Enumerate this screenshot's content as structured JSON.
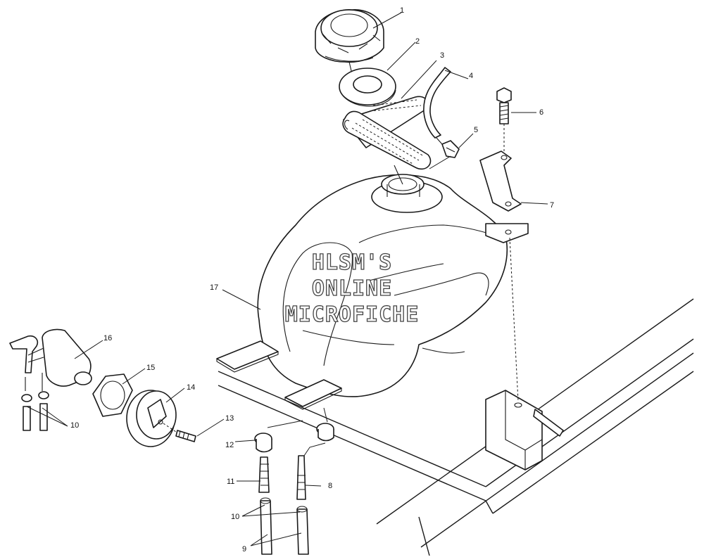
{
  "watermark": {
    "line1": "HLSM'S",
    "line2": "ONLINE",
    "line3": "MICROFICHE"
  },
  "callouts": [
    "1",
    "2",
    "3",
    "4",
    "5",
    "6",
    "7",
    "8",
    "9",
    "10",
    "10",
    "11",
    "12",
    "13",
    "14",
    "15",
    "16",
    "17"
  ]
}
